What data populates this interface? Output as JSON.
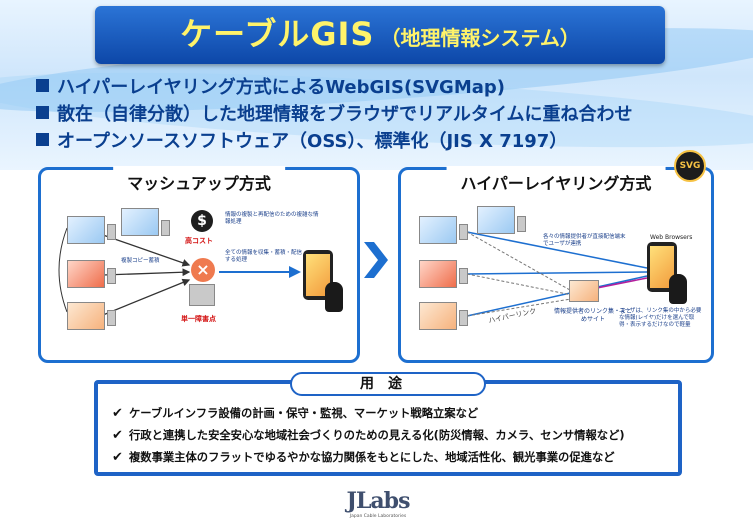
{
  "title": {
    "main": "ケーブルGIS",
    "sub": "（地理情報システム）"
  },
  "bullets": [
    "ハイパーレイヤリング方式によるWebGIS(SVGMap)",
    "散在（自律分散）した地理情報をブラウザでリアルタイムに重ね合わせ",
    "オープンソースソフトウェア（OSS）、標準化（JIS X 7197）"
  ],
  "left_panel": {
    "heading": "マッシュアップ方式",
    "note_process": "情報の複製と再配信のための複雑な情報処理",
    "note_collect": "全ての情報を収集・蓄積・配信する処理",
    "label_cost": "高コスト",
    "label_spof": "単一障害点",
    "label_copy": "複製コピー蓄積"
  },
  "right_panel": {
    "heading": "ハイパーレイヤリング方式",
    "badge": "SVG",
    "browsers_label": "Web Browsers",
    "note_direct": "各々の情報提供者が直接配信端末でユーザが連携",
    "note_user": "ユーザは、リンク集の中から必要な情報(レイヤ)だけを選んで取得・表示するだけなので軽量",
    "hyperlink_label": "ハイパーリンク",
    "linksite_label": "情報提供者のリンク集・まとめサイト"
  },
  "uses": {
    "heading": "用途",
    "items": [
      "ケーブルインフラ設備の計画・保守・監視、マーケット戦略立案など",
      "行政と連携した安全安心な地域社会づくりのための見える化(防災情報、カメラ、センサ情報など)",
      "複数事業主体のフラットでゆるやかな協力関係をもとにした、地域活性化、観光事業の促進など"
    ]
  },
  "logo": {
    "main": "JLabs",
    "sub": "Japan Cable Laboratories"
  },
  "colors": {
    "title_bg": "#0d47a8",
    "title_text": "#fff36a",
    "bullet_text": "#0a3f8f",
    "panel_border": "#1d6fd0"
  }
}
